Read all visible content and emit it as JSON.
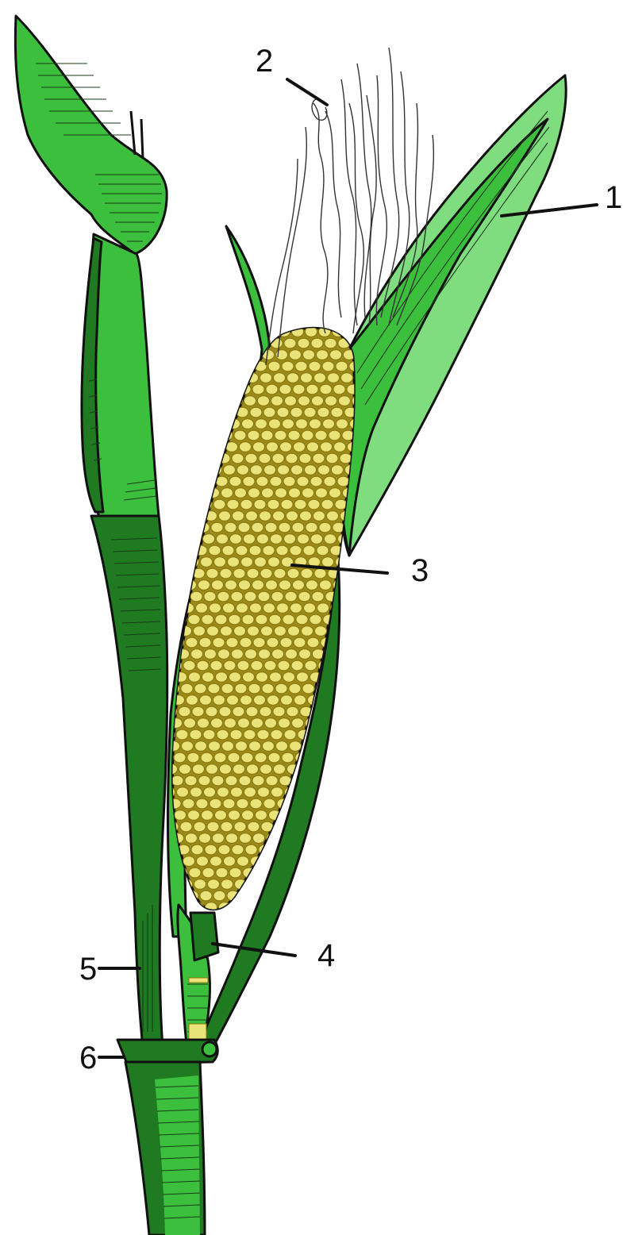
{
  "colors": {
    "dark_green": "#1f7a22",
    "mid_green": "#3cbf3c",
    "light_green": "#7fdc7f",
    "kernel_yellow": "#e9e37a",
    "cob_olive": "#9a8a1a",
    "silk": "#333333",
    "outline": "#111111"
  },
  "labels": [
    {
      "id": "1",
      "text": "1"
    },
    {
      "id": "2",
      "text": "2"
    },
    {
      "id": "3",
      "text": "3"
    },
    {
      "id": "4",
      "text": "4"
    },
    {
      "id": "5",
      "text": "5"
    },
    {
      "id": "6",
      "text": "6"
    }
  ]
}
